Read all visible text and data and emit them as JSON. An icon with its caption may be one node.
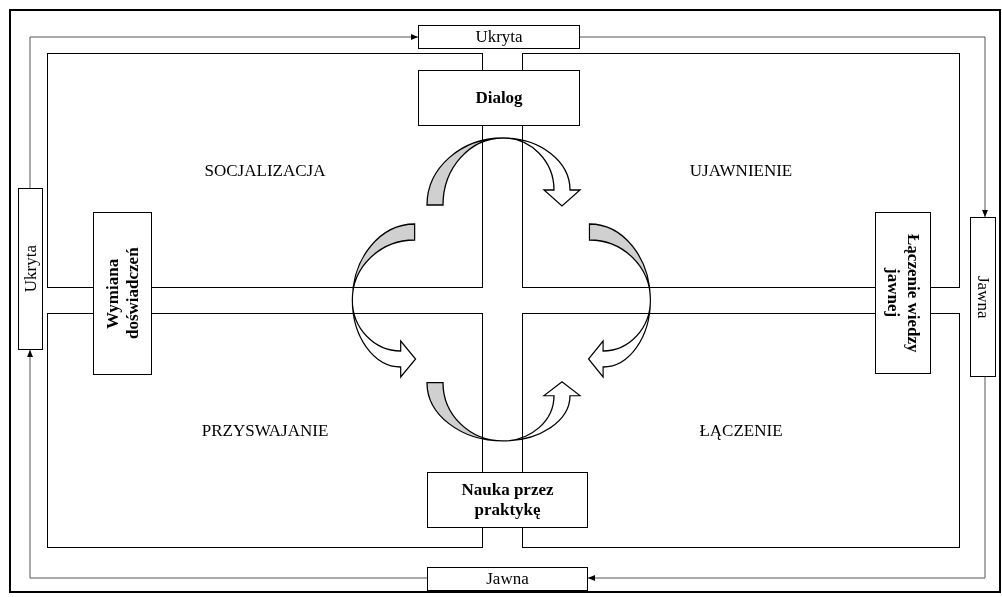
{
  "diagram": {
    "nodes": [
      {
        "text": [
          "Ukryta"
        ]
      },
      {
        "text": [
          "Dialog"
        ]
      },
      {
        "text": [
          "SOCJALIZACJA"
        ]
      },
      {
        "text": [
          "UJAWNIENIE"
        ]
      },
      {
        "text": [
          "Ukryta"
        ]
      },
      {
        "text": [
          "Wymiana doświadczeń"
        ]
      },
      {
        "text": [
          "Łączenie wiedzy jawnej"
        ]
      },
      {
        "text": [
          "Jawna"
        ]
      },
      {
        "text": [
          "PRZYSWAJANIE"
        ]
      },
      {
        "text": [
          "ŁĄCZENIE"
        ]
      },
      {
        "text": [
          "Nauka przez praktykę"
        ]
      },
      {
        "text": [
          "Jawna"
        ]
      }
    ],
    "edges": [
      {
        "from": 4,
        "to": 0,
        "arrow": "to"
      },
      {
        "from": 0,
        "to": 7,
        "arrow": "to"
      },
      {
        "from": 7,
        "to": 11,
        "arrow": "to"
      },
      {
        "from": 11,
        "to": 4,
        "arrow": "to"
      },
      {
        "from": 2,
        "to": 3,
        "arrow": "to",
        "style": "thick"
      },
      {
        "from": 3,
        "to": 9,
        "arrow": "to",
        "style": "thick"
      },
      {
        "from": 8,
        "to": 9,
        "arrow": "to",
        "style": "thick"
      },
      {
        "from": 2,
        "to": 8,
        "arrow": "to",
        "style": "thick"
      }
    ]
  }
}
